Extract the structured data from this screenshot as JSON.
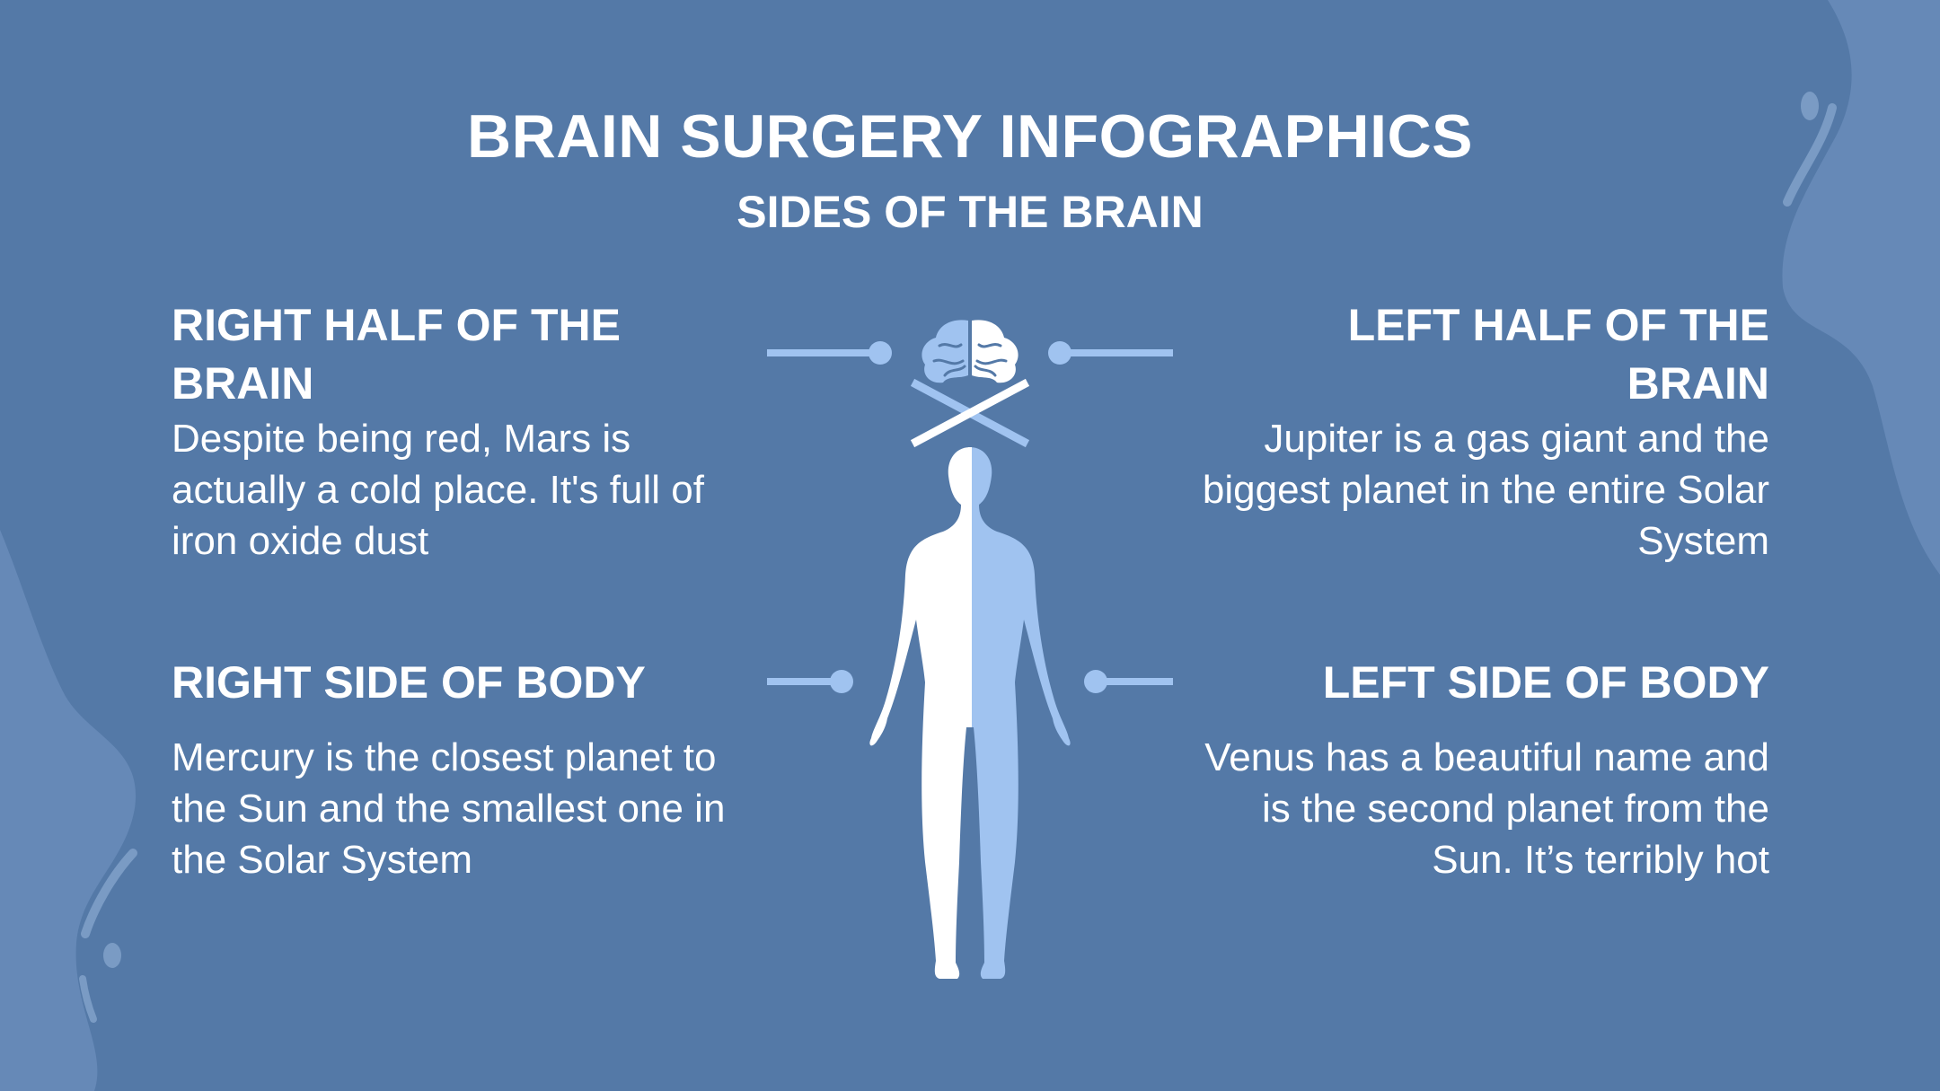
{
  "title": "BRAIN SURGERY INFOGRAPHICS",
  "subtitle": "SIDES OF THE BRAIN",
  "sections": [
    {
      "heading": "RIGHT HALF OF THE BRAIN",
      "body": "Despite being red, Mars is actually a cold place. It's full of iron oxide dust"
    },
    {
      "heading": "LEFT HALF OF THE BRAIN",
      "body": "Jupiter is a gas giant and the biggest planet in the entire Solar System"
    },
    {
      "heading": "RIGHT SIDE OF BODY",
      "body": "Mercury is the closest planet to the Sun and the smallest one in the Solar System"
    },
    {
      "heading": "LEFT SIDE OF BODY",
      "body": "Venus has a beautiful name and is the second planet from the Sun. It’s terribly hot"
    }
  ],
  "figure": {
    "brain_icon": "brain-icon",
    "cross_icon": "cross-icon",
    "body_icon": "human-body-silhouette-icon"
  },
  "colors": {
    "background": "#5479a7",
    "decor": "#6689b7",
    "accent": "#a0c3f0",
    "text": "#ffffff"
  }
}
